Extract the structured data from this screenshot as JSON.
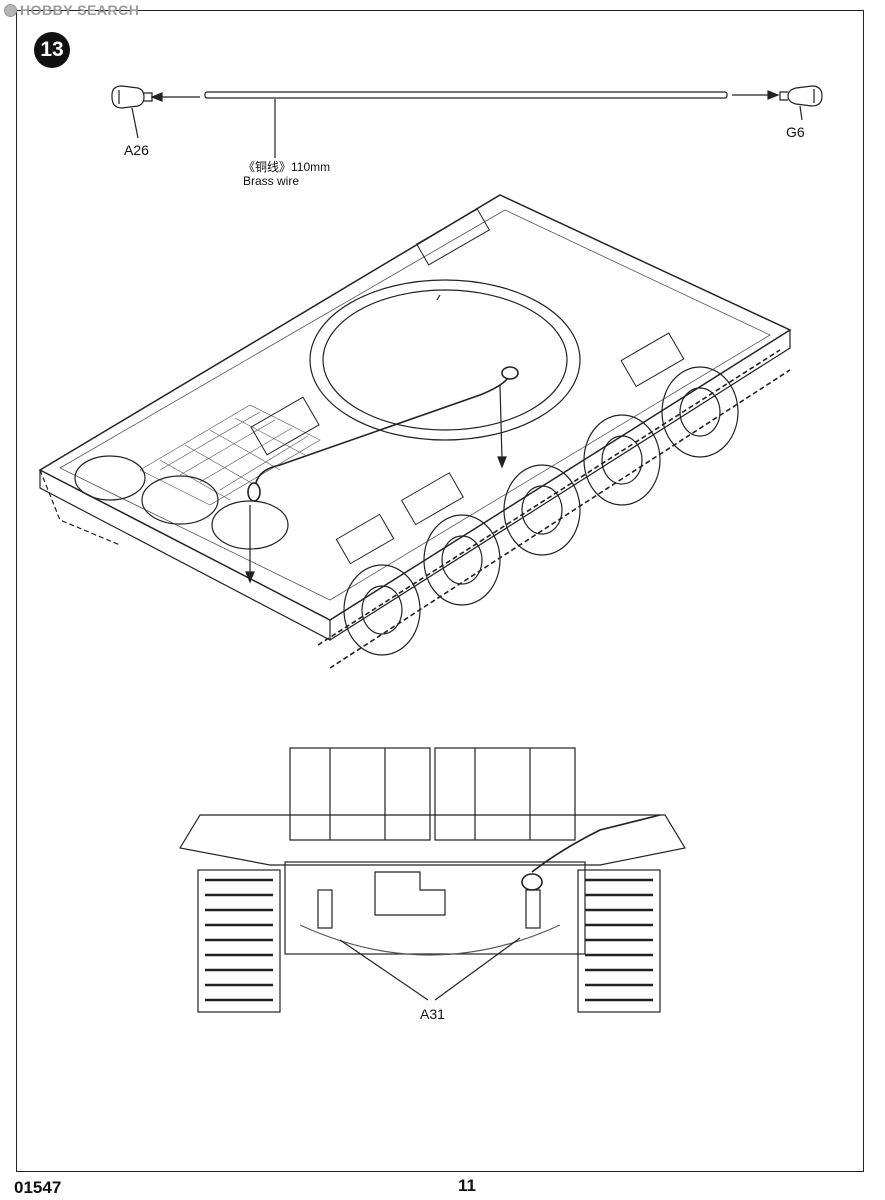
{
  "watermark": {
    "text": "HOBBY SEARCH"
  },
  "step": {
    "number": "13"
  },
  "parts": {
    "left_end": "A26",
    "right_end": "G6",
    "bottom": "A31"
  },
  "wire": {
    "cn": "《铜线》110mm",
    "en": "Brass wire"
  },
  "footer": {
    "product_code": "01547",
    "page_number": "11"
  }
}
